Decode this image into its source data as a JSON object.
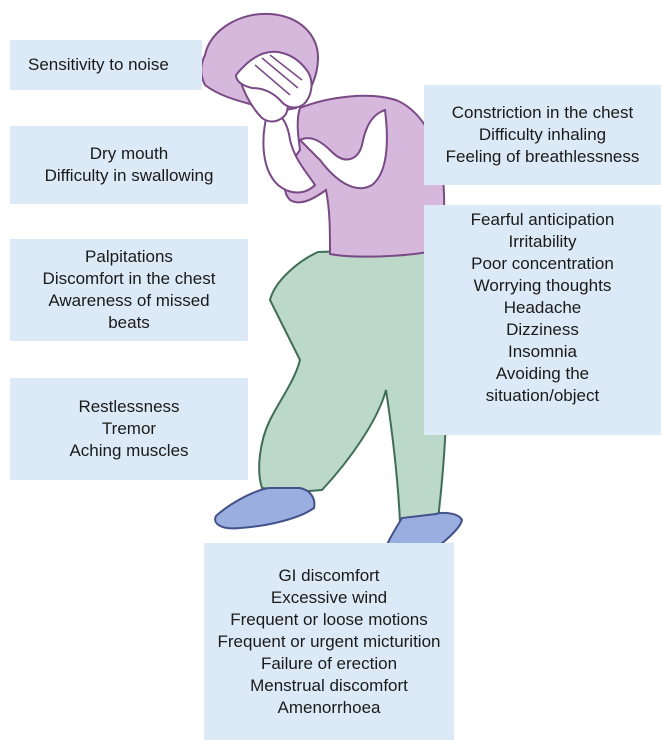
{
  "symptoms": {
    "noise": [
      "Sensitivity to noise"
    ],
    "mouth": [
      "Dry mouth",
      "Difficulty in swallowing"
    ],
    "heart": [
      "Palpitations",
      "Discomfort in the chest",
      "Awareness of missed beats"
    ],
    "restless": [
      "Restlessness",
      "Tremor",
      "Aching muscles"
    ],
    "chest": [
      "Constriction in the chest",
      "Difficulty inhaling",
      "Feeling of breathlessness"
    ],
    "mental": [
      "Fearful anticipation",
      "Irritability",
      "Poor concentration",
      "Worrying thoughts",
      "Headache",
      "Dizziness",
      "Insomnia",
      "Avoiding the situation/object"
    ],
    "gi": [
      "GI discomfort",
      "Excessive wind",
      "Frequent or loose motions",
      "Frequent or urgent micturition",
      "Failure of erection",
      "Menstrual discomfort",
      "Amenorrhoea"
    ]
  },
  "colors": {
    "box_fill": "#dceaf8",
    "shirt": "#d6b8dc",
    "pants": "#bcd8c8",
    "shoes": "#9aaee0",
    "skin": "#ffffff",
    "outline": "#7a4a86"
  }
}
